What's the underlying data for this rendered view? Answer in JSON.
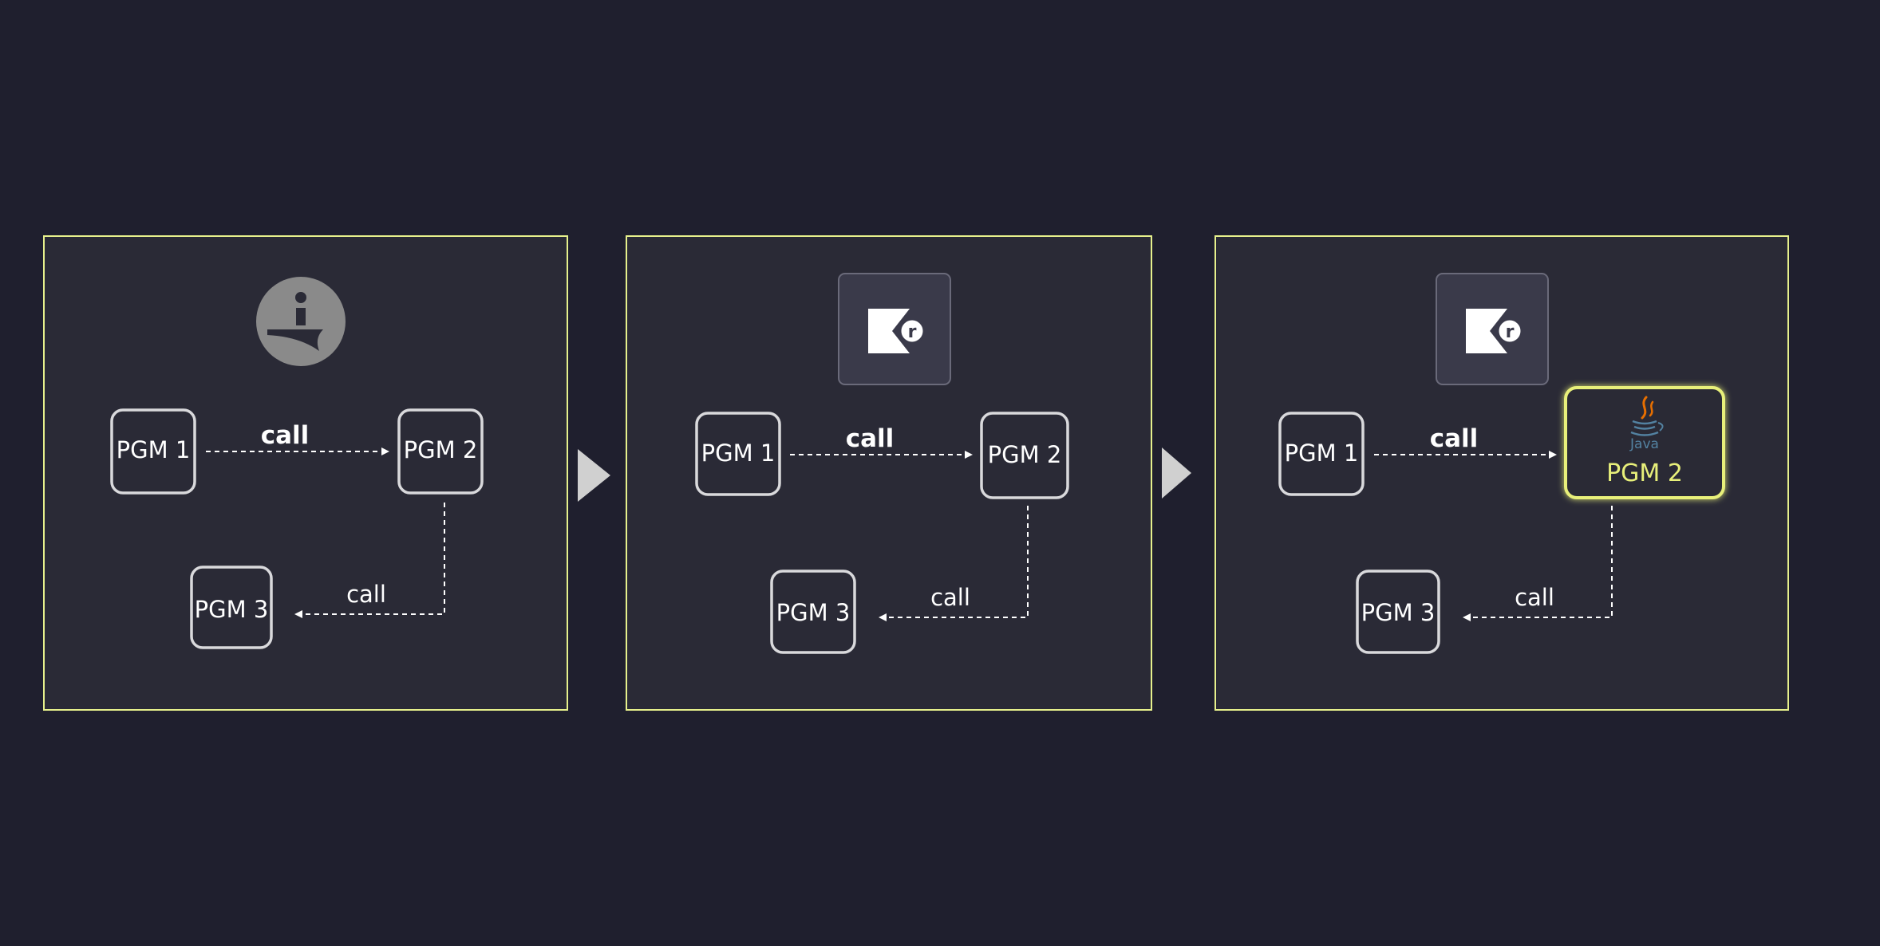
{
  "colors": {
    "background": "#1f1f2e",
    "panel_fill": "#2a2a36",
    "panel_border": "#e6f08c",
    "box_border": "#d9d9dc",
    "text": "#ffffff",
    "highlight": "#e8f07a",
    "arrow_fill": "#d0d0d0",
    "info_icon_bg": "#8a8a8a",
    "logo_tile_bg": "#3a3a4a",
    "java_blue": "#5382a1",
    "java_orange": "#e76f00"
  },
  "panels": [
    {
      "icon": "info-icon",
      "nodes": {
        "pgm1": "PGM 1",
        "pgm2": "PGM 2",
        "pgm3": "PGM 3"
      },
      "call_top": "call",
      "call_bottom": "call"
    },
    {
      "icon": "k-r-logo-icon",
      "nodes": {
        "pgm1": "PGM 1",
        "pgm2": "PGM 2",
        "pgm3": "PGM 3"
      },
      "call_top": "call",
      "call_bottom": "call"
    },
    {
      "icon": "k-r-logo-icon",
      "nodes": {
        "pgm1": "PGM 1",
        "pgm2": "PGM 2",
        "pgm3": "PGM 3"
      },
      "call_top": "call",
      "call_bottom": "call",
      "highlighted_node": "pgm2",
      "java_label": "Java"
    }
  ]
}
